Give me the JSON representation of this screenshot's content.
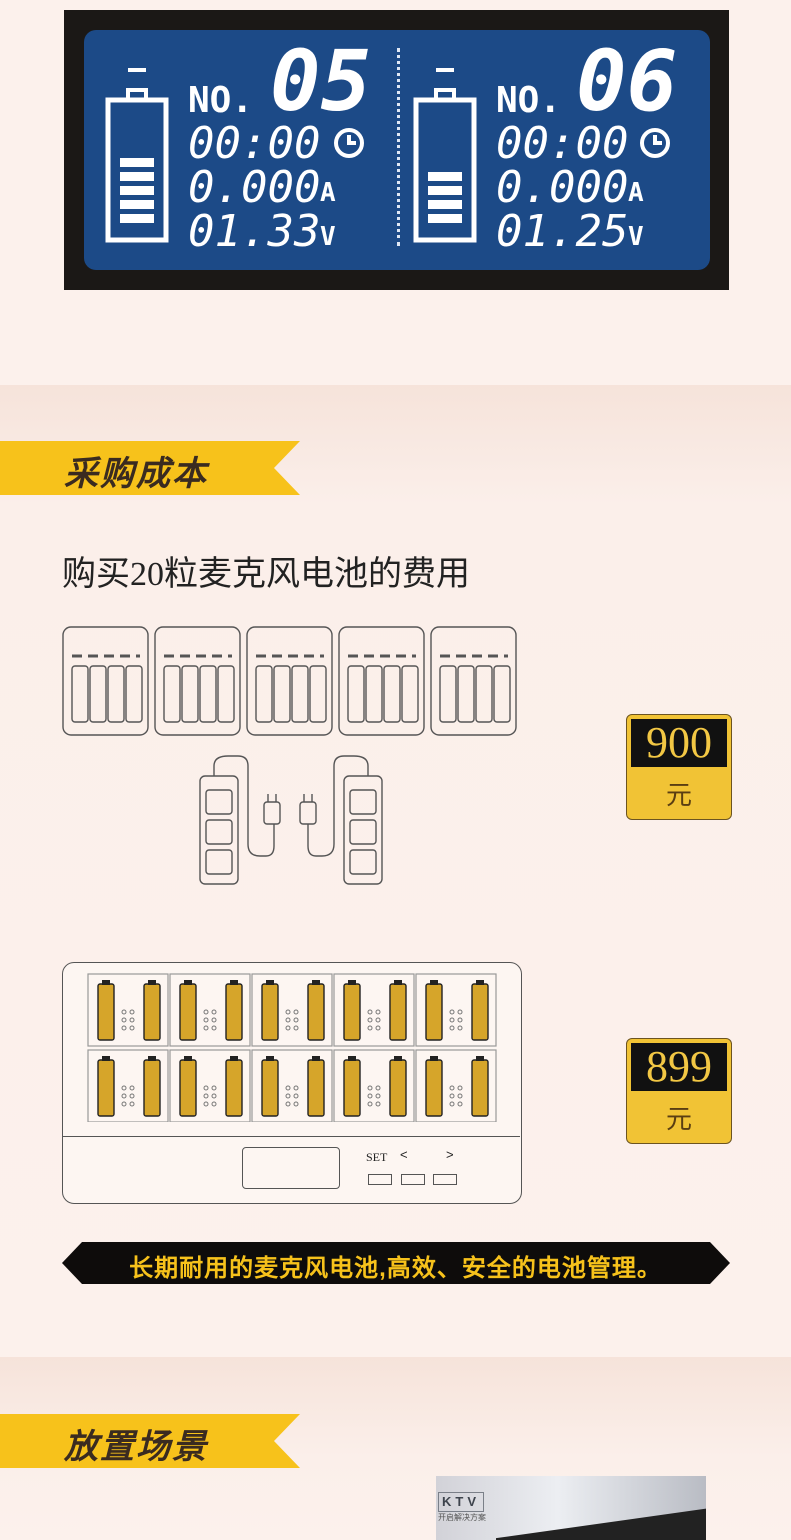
{
  "lcd": {
    "left": {
      "no_label": "NO.",
      "number": "05",
      "time": "00:00",
      "current": "0.000",
      "current_unit": "A",
      "voltage": "01.33",
      "voltage_unit": "V"
    },
    "right": {
      "no_label": "NO.",
      "number": "06",
      "time": "00:00",
      "current": "0.000",
      "current_unit": "A",
      "voltage": "01.25",
      "voltage_unit": "V"
    }
  },
  "section1": {
    "title": "采购成本",
    "subtitle": "购买20粒麦克风电池的费用"
  },
  "price1": {
    "amount": "900",
    "unit": "元"
  },
  "price2": {
    "amount": "899",
    "unit": "元"
  },
  "charger": {
    "set_label": "SET",
    "left_label": "<",
    "right_label": ">"
  },
  "banner": {
    "text": "长期耐用的麦克风电池,高效、安全的电池管理。"
  },
  "section2": {
    "title": "放置场景"
  },
  "photo": {
    "sign": "KTV",
    "caption": "开启解决方案"
  },
  "colors": {
    "accent_yellow": "#f7c21b",
    "lcd_blue": "#1c4a87",
    "background": "#fcf1ec"
  }
}
